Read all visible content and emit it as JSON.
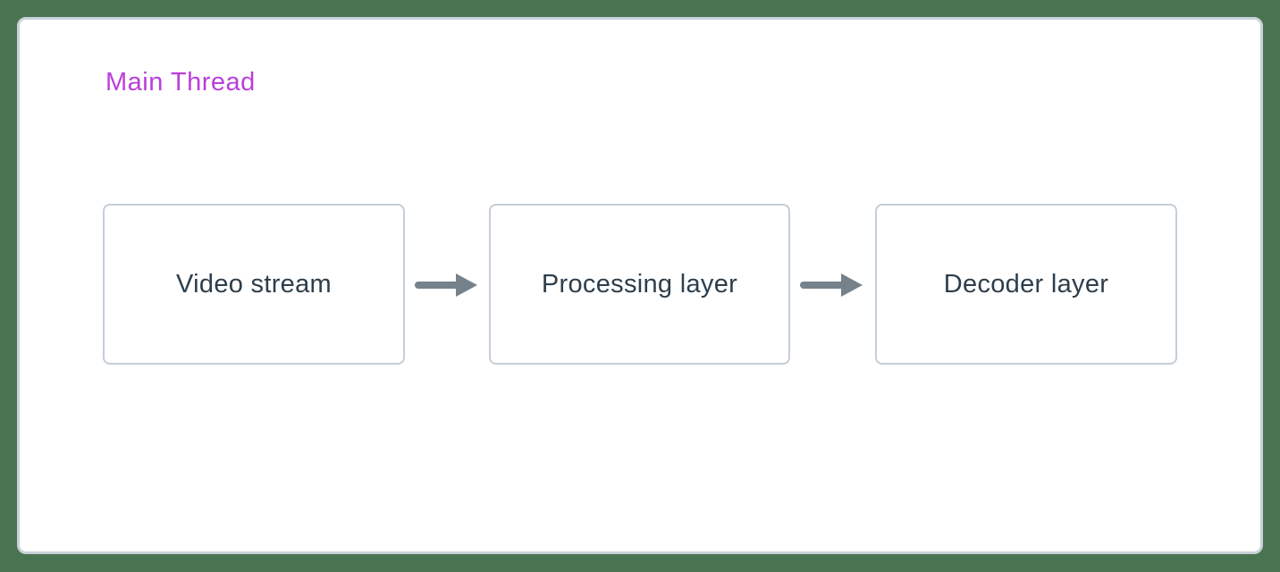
{
  "diagram": {
    "type": "flowchart",
    "container_label": "Main Thread",
    "nodes": [
      {
        "id": "video-stream",
        "label": "Video stream"
      },
      {
        "id": "processing-layer",
        "label": "Processing layer"
      },
      {
        "id": "decoder-layer",
        "label": "Decoder layer"
      }
    ],
    "edges": [
      {
        "from": "video-stream",
        "to": "processing-layer",
        "style": "arrow-right"
      },
      {
        "from": "processing-layer",
        "to": "decoder-layer",
        "style": "arrow-right"
      }
    ],
    "colors": {
      "background": "#4a7350",
      "card_background": "#ffffff",
      "card_border": "#c8d1d9",
      "node_border": "#c3ced8",
      "node_text": "#2d3e4c",
      "title": "#b93fda",
      "arrow": "#75828c"
    }
  }
}
